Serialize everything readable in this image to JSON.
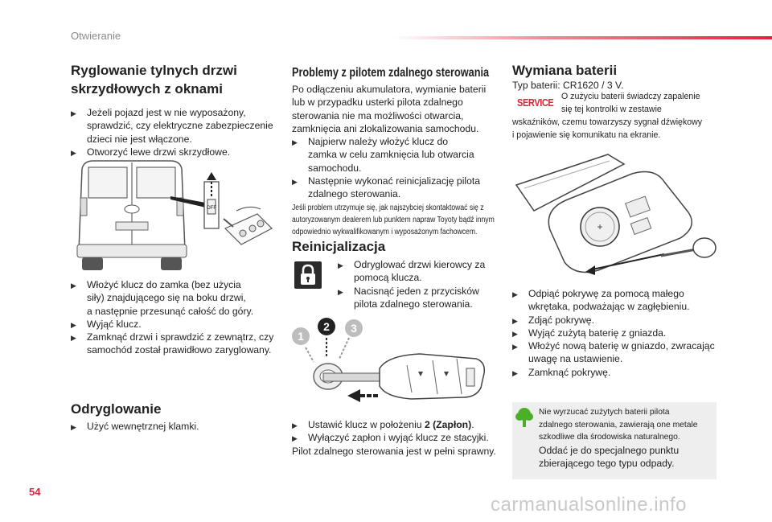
{
  "header": {
    "section": "Otwieranie",
    "page_number": "54"
  },
  "watermark": "carmanualsonline.info",
  "col1": {
    "title_line1": "Ryglowanie tylnych drzwi",
    "title_line2": "skrzydłowych z oknami",
    "bullets_top": [
      {
        "lines": [
          "Jeżeli pojazd jest w nie wyposażony,",
          "sprawdzić, czy elektryczne zabezpieczenie",
          "dzieci nie jest włączone."
        ]
      },
      {
        "lines": [
          "Otworzyć lewe drzwi skrzydłowe."
        ]
      }
    ],
    "bullets_mid": [
      {
        "lines": [
          "Włożyć klucz do zamka (bez użycia",
          "siły) znajdującego się na boku drzwi,",
          "a następnie przesunąć całość do góry."
        ]
      },
      {
        "lines": [
          "Wyjąć klucz."
        ]
      },
      {
        "lines": [
          "Zamknąć drzwi i sprawdzić z zewnątrz, czy",
          "samochód został prawidłowo zaryglowany."
        ]
      }
    ],
    "unlock_title": "Odryglowanie",
    "unlock_bullet": "Użyć wewnętrznej klamki.",
    "lock_label": "OFF"
  },
  "col2": {
    "title": "Problemy z pilotem zdalnego sterowania",
    "intro": [
      "Po odłączeniu akumulatora, wymianie baterii",
      "lub w przypadku usterki pilota zdalnego",
      "sterowania nie ma możliwości otwarcia,",
      "zamknięcia ani zlokalizowania samochodu."
    ],
    "bullets": [
      {
        "lines": [
          "Najpierw należy włożyć klucz do",
          "zamka w celu zamknięcia lub otwarcia",
          "samochodu."
        ]
      },
      {
        "lines": [
          "Następnie wykonać reinicjalizację pilota",
          "zdalnego sterowania."
        ]
      }
    ],
    "note": [
      "Jeśli problem utrzymuje się, jak najszybciej skontaktować się z",
      "autoryzowanym dealerem lub punktem napraw Toyoty bądź innym",
      "odpowiednio wykwalifikowanym i wyposażonym fachowcem."
    ],
    "reinit_title": "Reinicjalizacja",
    "reinit_bullets": [
      {
        "lines": [
          "Odryglować drzwi kierowcy za",
          "pomocą klucza."
        ]
      },
      {
        "lines": [
          "Nacisnąć jeden z przycisków",
          "pilota zdalnego sterowania."
        ]
      }
    ],
    "step_labels": [
      "1",
      "2",
      "3"
    ],
    "bottom_bullet1_pre": "Ustawić klucz w położeniu ",
    "bottom_bullet1_bold": "2 (Zapłon)",
    "bottom_bullet1_post": ".",
    "bottom_bullet2": "Wyłączyć zapłon i wyjąć klucz ze stacyjki.",
    "bottom_text": "Pilot zdalnego sterowania jest w pełni sprawny."
  },
  "col3": {
    "title": "Wymiana baterii",
    "battery_type": "Typ baterii: CR1620 / 3 V.",
    "service_badge": "SERVICE",
    "service_line1": "O zużyciu baterii świadczy zapalenie",
    "service_line2": "się tej kontrolki w zestawie",
    "service_line3": "wskaźników, czemu towarzyszy sygnał dźwiękowy",
    "service_line4": "i pojawienie się komunikatu na ekranie.",
    "bullets": [
      {
        "lines": [
          "Odpiąć pokrywę za pomocą małego",
          "wkrętaka, podważając w zagłębieniu."
        ]
      },
      {
        "lines": [
          "Zdjąć pokrywę."
        ]
      },
      {
        "lines": [
          "Wyjąć zużytą baterię z gniazda."
        ]
      },
      {
        "lines": [
          "Włożyć nową baterię w gniazdo, zwracając",
          "uwagę na ustawienie."
        ]
      },
      {
        "lines": [
          "Zamknąć pokrywę."
        ]
      }
    ],
    "eco_small": [
      "Nie wyrzucać zużytych baterii pilota",
      "zdalnego sterowania, zawierają one metale",
      "szkodliwe dla środowiska naturalnego."
    ],
    "eco_large": [
      "Oddać je do specjalnego punktu",
      "zbierającego tego typu odpady."
    ]
  }
}
